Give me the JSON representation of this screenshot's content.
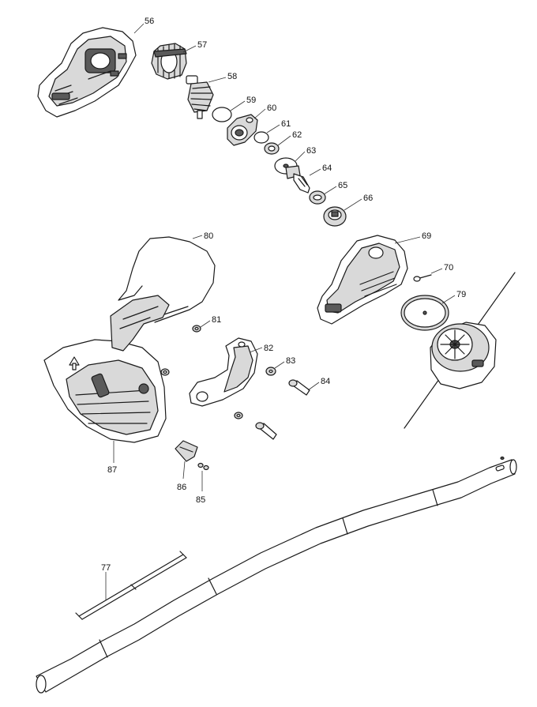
{
  "callouts": [
    {
      "id": "56",
      "text": "56"
    },
    {
      "id": "57",
      "text": "57"
    },
    {
      "id": "58",
      "text": "58"
    },
    {
      "id": "59",
      "text": "59"
    },
    {
      "id": "60",
      "text": "60"
    },
    {
      "id": "61",
      "text": "61"
    },
    {
      "id": "62",
      "text": "62"
    },
    {
      "id": "63",
      "text": "63"
    },
    {
      "id": "64",
      "text": "64"
    },
    {
      "id": "65",
      "text": "65"
    },
    {
      "id": "66",
      "text": "66"
    },
    {
      "id": "69",
      "text": "69"
    },
    {
      "id": "70",
      "text": "70"
    },
    {
      "id": "79",
      "text": "79"
    },
    {
      "id": "80",
      "text": "80"
    },
    {
      "id": "81",
      "text": "81"
    },
    {
      "id": "82",
      "text": "82"
    },
    {
      "id": "83",
      "text": "83"
    },
    {
      "id": "84",
      "text": "84"
    },
    {
      "id": "85",
      "text": "85"
    },
    {
      "id": "86",
      "text": "86"
    },
    {
      "id": "87",
      "text": "87"
    },
    {
      "id": "77",
      "text": "77"
    }
  ]
}
